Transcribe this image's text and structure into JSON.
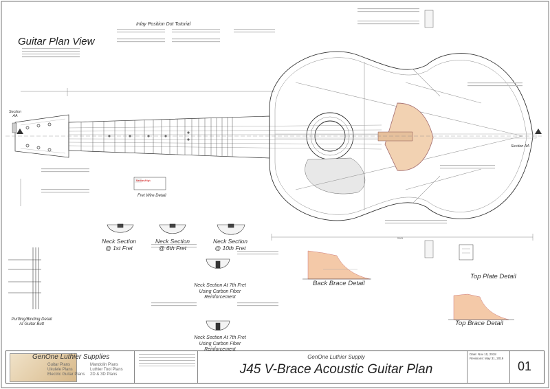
{
  "header": {
    "plan_view_title": "Guitar Plan View",
    "inlay_tutorial_title": "Inlay Position Dot Tutorial",
    "body_length_dim": "20.61"
  },
  "sections": {
    "neck_1st": "Neck Section\n@ 1st Fret",
    "neck_6th": "Neck Section\n@ 6th Fret",
    "neck_10th": "Neck Section\n@ 10th Fret",
    "neck_7th_cf": "Neck Section At 7th Fret\nUsing Carbon Fiber\nReinforcement",
    "neck_7th_cf2": "Neck Section At 7th Fret\nUsing Carbon Fiber\nReinforcement",
    "fret_wire": "Fret Wire Detail",
    "purfling": "Purfling/Binding Detail\nAt Guitar Butt",
    "back_brace": "Back Brace Detail",
    "top_plate": "Top Plate Detail",
    "top_brace": "Top Brace Detail",
    "section_aa_left": "Section\nAA",
    "section_aa_right": "Section AA",
    "section_left": "Section"
  },
  "title_block": {
    "company": "GenOne Luthier Supplies",
    "items_col1": [
      "Guitar Plans",
      "Ukulele Plans",
      "Electric Guitar Plans"
    ],
    "items_col2": [
      "Mandolin Plans",
      "Luthier Tool Plans",
      "2D & 3D Plans"
    ],
    "supplier": "GenOne Luthier Supply",
    "plan_title": "J45 V-Brace Acoustic Guitar Plan",
    "date": "Date: Nov 10, 2018",
    "revision": "Revisions: May 31, 2019",
    "sheet": "01"
  }
}
